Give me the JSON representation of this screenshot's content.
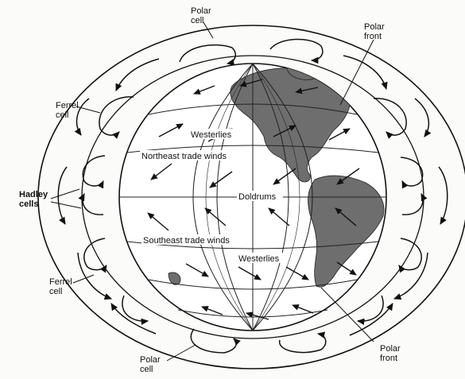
{
  "labels": {
    "polar_cell_top": [
      "Polar",
      "cell"
    ],
    "polar_front_top": [
      "Polar",
      "front"
    ],
    "ferrel_cell_upper": [
      "Ferrel",
      "cell"
    ],
    "hadley_cells": [
      "Hadley",
      "cells"
    ],
    "ferrel_cell_lower": [
      "Ferrel",
      "cell"
    ],
    "polar_cell_bottom": [
      "Polar",
      "cell"
    ],
    "polar_front_bottom": [
      "Polar",
      "front"
    ],
    "westerlies_north": "Westerlies",
    "northeast_trade_winds": "Northeast trade winds",
    "doldrums": "Doldrums",
    "southeast_trade_winds": "Southeast trade winds",
    "westerlies_south": "Westerlies"
  },
  "colors": {
    "ink": "#111111",
    "land": "#6e6e6e",
    "background": "#fbfbf9"
  }
}
